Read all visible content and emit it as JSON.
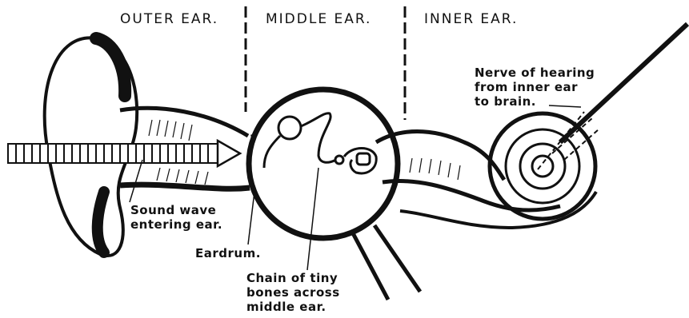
{
  "sections": {
    "outer": "OUTER EAR.",
    "middle": "MIDDLE EAR.",
    "inner": "INNER EAR."
  },
  "labels": {
    "nerve": [
      "Nerve of hearing",
      "from inner ear",
      "to brain."
    ],
    "sound_wave": [
      "Sound wave",
      "entering ear."
    ],
    "eardrum": "Eardrum.",
    "bones": [
      "Chain of tiny",
      "bones across",
      "middle ear."
    ]
  },
  "colors": {
    "ink": "#111111",
    "paper": "#ffffff"
  }
}
